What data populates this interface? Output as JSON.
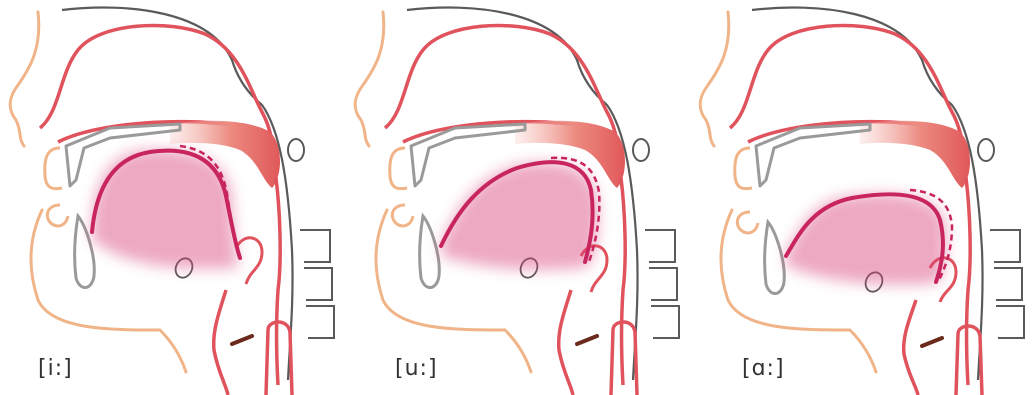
{
  "colors": {
    "skin": "#f0b488",
    "tract": "#e0525c",
    "outline": "#5a5a5a",
    "bone": "#9a9a9a",
    "tongue": "#c8245e",
    "velum": "#e66a64",
    "cord": "#6b2a1c"
  },
  "panels": [
    {
      "label": "[i:]",
      "tongue_shape": "high-front"
    },
    {
      "label": "[u:]",
      "tongue_shape": "high-back"
    },
    {
      "label": "[ɑ:]",
      "tongue_shape": "low-back"
    }
  ]
}
